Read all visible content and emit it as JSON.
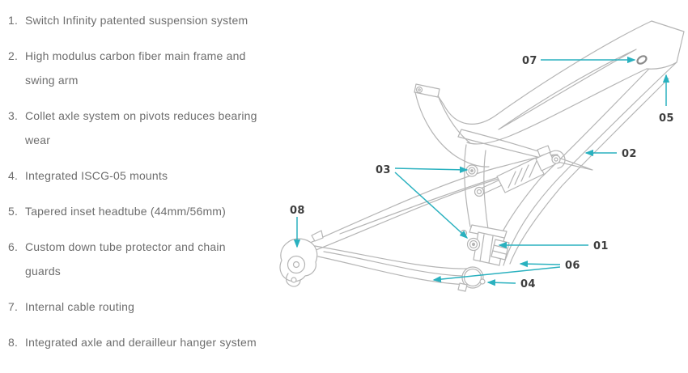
{
  "features": {
    "items": [
      {
        "num": "1.",
        "text": "Switch Infinity patented suspension system"
      },
      {
        "num": "2.",
        "text": "High modulus carbon fiber main frame and swing arm"
      },
      {
        "num": "3.",
        "text": "Collet axle system on pivots reduces bearing wear"
      },
      {
        "num": "4.",
        "text": "Integrated ISCG-05 mounts"
      },
      {
        "num": "5.",
        "text": "Tapered inset headtube (44mm/56mm)"
      },
      {
        "num": "6.",
        "text": "Custom down tube protector and chain guards"
      },
      {
        "num": "7.",
        "text": "Internal cable routing"
      },
      {
        "num": "8.",
        "text": "Integrated axle and derailleur hanger system"
      }
    ]
  },
  "diagram": {
    "callouts": [
      {
        "label": "01",
        "target": "switch-infinity-suspension-unit"
      },
      {
        "label": "02",
        "target": "carbon-main-frame-down-tube"
      },
      {
        "label": "03",
        "target": "collet-axle-pivots"
      },
      {
        "label": "04",
        "target": "iscg-05-mount"
      },
      {
        "label": "05",
        "target": "tapered-headtube"
      },
      {
        "label": "06",
        "target": "down-tube-protector-and-chain-guard"
      },
      {
        "label": "07",
        "target": "internal-cable-routing-port"
      },
      {
        "label": "08",
        "target": "axle-derailleur-hanger"
      }
    ]
  },
  "colors": {
    "accent": "#2ab1bf",
    "callout_label": "#3d3d3d",
    "frame_line": "#b5b5b5",
    "list_text": "#6d6d6d",
    "background": "#ffffff"
  }
}
